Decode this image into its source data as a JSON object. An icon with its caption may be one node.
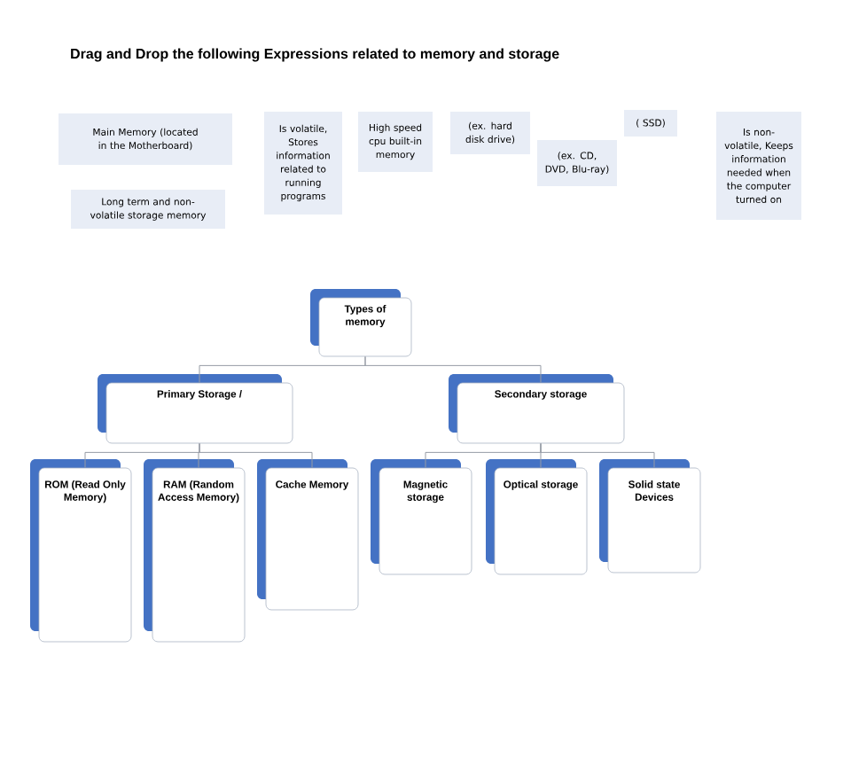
{
  "diagram": {
    "title": "Drag and Drop the following Expressions related to memory and storage",
    "nodes": [
      {
        "text": [
          "Main Memory (located in the Motherboard)"
        ]
      },
      {
        "text": [
          "Long term and non-volatile storage memory"
        ]
      },
      {
        "text": [
          "Is volatile, Stores information related to running programs"
        ]
      },
      {
        "text": [
          "High speed cpu built-in memory"
        ]
      },
      {
        "text": [
          "(ex. hard disk drive)"
        ]
      },
      {
        "text": [
          "(ex. CD, DVD, Blu-ray)"
        ]
      },
      {
        "text": [
          "( SSD)"
        ]
      },
      {
        "text": [
          "Is non-volatile, Keeps information needed when the computer turned on"
        ]
      },
      {
        "text": [
          "Types of memory"
        ]
      },
      {
        "text": [
          "Primary Storage /"
        ]
      },
      {
        "text": [
          "Secondary storage"
        ]
      },
      {
        "text": [
          "ROM (Read Only Memory)"
        ]
      },
      {
        "text": [
          "RAM (Random Access Memory)"
        ]
      },
      {
        "text": [
          "Cache Memory"
        ]
      },
      {
        "text": [
          "Magnetic storage"
        ]
      },
      {
        "text": [
          "Optical storage"
        ]
      },
      {
        "text": [
          "Solid state Devices"
        ]
      }
    ],
    "edges": [
      {
        "from": 8,
        "to": 9,
        "arrow": "none"
      },
      {
        "from": 8,
        "to": 10,
        "arrow": "none"
      },
      {
        "from": 9,
        "to": 11,
        "arrow": "none"
      },
      {
        "from": 9,
        "to": 12,
        "arrow": "none"
      },
      {
        "from": 9,
        "to": 13,
        "arrow": "none"
      },
      {
        "from": 10,
        "to": 14,
        "arrow": "none"
      },
      {
        "from": 10,
        "to": 15,
        "arrow": "none"
      },
      {
        "from": 10,
        "to": 16,
        "arrow": "none"
      }
    ]
  }
}
